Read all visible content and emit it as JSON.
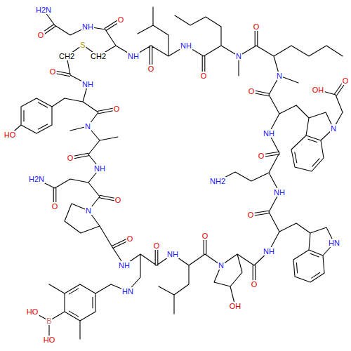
{
  "diagram": {
    "labels": [
      "O",
      "NH",
      "O",
      "H2N",
      "CH2",
      "S",
      "CH2",
      "O",
      "NH",
      "HO",
      "N",
      "O",
      "O",
      "NH",
      "O",
      "H2N",
      "O",
      "N",
      "O",
      "NH",
      "HN",
      "B",
      "HO",
      "HO",
      "O",
      "NH",
      "O",
      "N",
      "OH",
      "O",
      "NH",
      "HN",
      "O",
      "NH",
      "NH2",
      "O",
      "NH",
      "N",
      "O",
      "OH",
      "O",
      "N",
      "O",
      "N",
      "O",
      "NH",
      "O",
      "NH"
    ]
  }
}
